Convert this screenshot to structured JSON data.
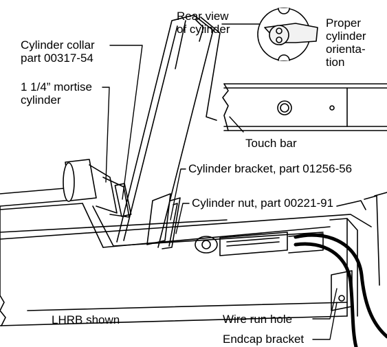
{
  "labels": {
    "rear_view": "Rear view\nof cylinder",
    "proper_orientation": "Proper\ncylinder\norienta-\ntion",
    "cylinder_collar": "Cylinder collar\npart 00317-54",
    "mortise_cylinder": "1 1/4” mortise\ncylinder",
    "touch_bar": "Touch bar",
    "cylinder_bracket": "Cylinder bracket, part 01256-56",
    "cylinder_nut": "Cylinder nut, part 00221-91",
    "lhrb_shown": "LHRB shown",
    "wire_run_hole": "Wire run hole",
    "endcap_bracket": "Endcap bracket"
  }
}
